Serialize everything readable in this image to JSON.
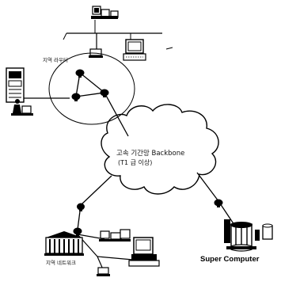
{
  "labels": {
    "backbone_line1": "고속 기간망 Backbone",
    "backbone_line2": "(T1 급 이상)",
    "regional_router": "지역 라우터",
    "regional_network": "지역 네트워크",
    "super_computer": "Super Computer"
  }
}
